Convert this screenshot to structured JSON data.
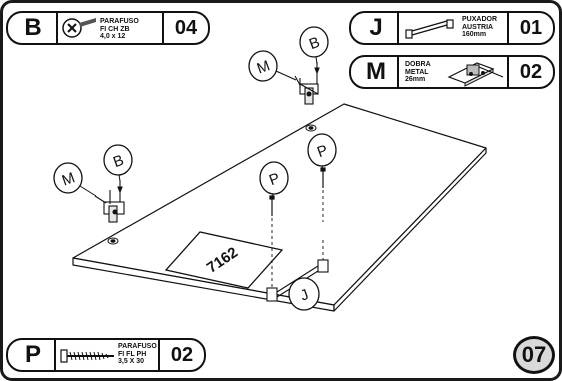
{
  "parts": {
    "B": {
      "letter": "B",
      "line1": "PARAFUSO",
      "line2": "FI CH ZB",
      "line3": "4,0 x 12",
      "qty": "04",
      "icon": "screw-head-icon"
    },
    "J": {
      "letter": "J",
      "line1": "PUXADOR",
      "line2": "AUSTRIA",
      "line3": "160mm",
      "qty": "01",
      "icon": "bar-handle-icon"
    },
    "M": {
      "letter": "M",
      "line1": "DOBRA",
      "line2": "METAL",
      "line3": "26mm",
      "qty": "02",
      "icon": "metal-bracket-icon"
    },
    "P": {
      "letter": "P",
      "line1": "PARAFUSO",
      "line2": "FI FL PH",
      "line3": "3,5 X 30",
      "qty": "02",
      "icon": "long-screw-icon"
    }
  },
  "step": "07",
  "panel_code": "7162",
  "callouts": {
    "m_top": "M",
    "b_top": "B",
    "m_left": "M",
    "b_left": "B",
    "p_left": "P",
    "p_right": "P",
    "j_handle": "J"
  },
  "colors": {
    "ink": "#111111",
    "step_badge": "#d9d9d9",
    "background": "#ffffff"
  }
}
